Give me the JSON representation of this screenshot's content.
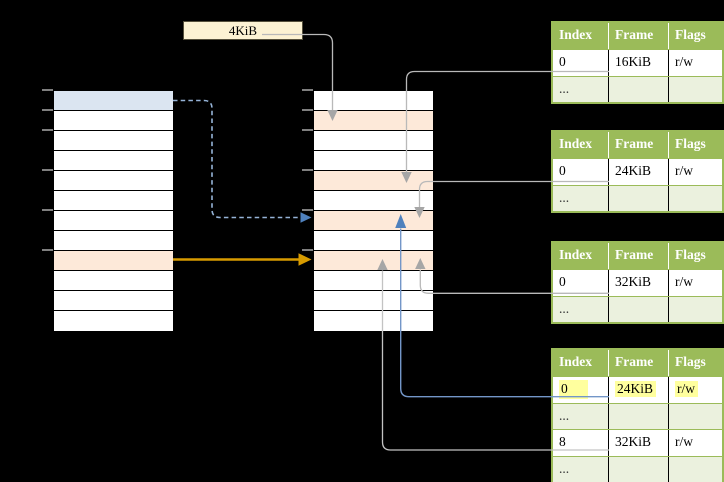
{
  "label_4kib": "4KiB",
  "virtual_address_space": {
    "row_count": 12,
    "blue_highlight_row": 1,
    "orange_highlight_row": 9
  },
  "page_frame_column": {
    "row_count": 12,
    "peach_highlight_rows": [
      2,
      5,
      7,
      9
    ]
  },
  "page_tables": [
    {
      "headers": {
        "index": "Index",
        "frame": "Frame",
        "flags": "Flags"
      },
      "rows": [
        {
          "index": "0",
          "frame": "16KiB",
          "flags": "r/w"
        },
        {
          "index": "...",
          "frame": "",
          "flags": ""
        }
      ]
    },
    {
      "headers": {
        "index": "Index",
        "frame": "Frame",
        "flags": "Flags"
      },
      "rows": [
        {
          "index": "0",
          "frame": "24KiB",
          "flags": "r/w"
        },
        {
          "index": "...",
          "frame": "",
          "flags": ""
        }
      ]
    },
    {
      "headers": {
        "index": "Index",
        "frame": "Frame",
        "flags": "Flags"
      },
      "rows": [
        {
          "index": "0",
          "frame": "32KiB",
          "flags": "r/w"
        },
        {
          "index": "...",
          "frame": "",
          "flags": ""
        }
      ]
    },
    {
      "headers": {
        "index": "Index",
        "frame": "Frame",
        "flags": "Flags"
      },
      "rows": [
        {
          "index": "0",
          "frame": "24KiB",
          "flags": "r/w",
          "highlighted": true
        },
        {
          "index": "...",
          "frame": "",
          "flags": ""
        },
        {
          "index": "8",
          "frame": "32KiB",
          "flags": "r/w"
        },
        {
          "index": "...",
          "frame": "",
          "flags": ""
        }
      ]
    }
  ],
  "colors": {
    "table_header_green": "#9bbb59",
    "table_alt_row_green": "#ebf1de",
    "cell_peach": "#fde9d9",
    "cell_blue": "#dbe5f1",
    "label_cream": "#fcf2d3",
    "highlight_yellow": "#ffff9e",
    "arrow_orange": "#d79b00",
    "arrow_blue": "#4f81bd",
    "line_blue": "#7396c8",
    "dash_blue": "#95b3d7",
    "line_gray": "#b9b9b9",
    "arrow_gray": "#a6a6a6"
  }
}
